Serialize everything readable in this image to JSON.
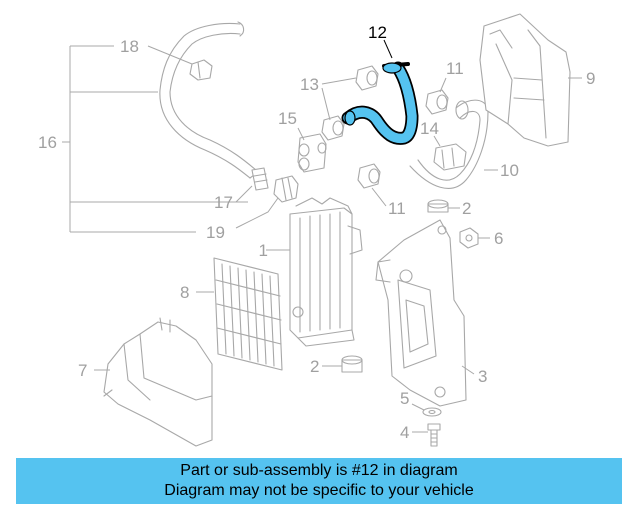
{
  "diagram": {
    "highlighted_part": "12",
    "callouts": {
      "c1": "1",
      "c2a": "2",
      "c2b": "2",
      "c3": "3",
      "c4": "4",
      "c5": "5",
      "c6": "6",
      "c7": "7",
      "c8": "8",
      "c9": "9",
      "c10": "10",
      "c11a": "11",
      "c11b": "11",
      "c12": "12",
      "c13": "13",
      "c14": "14",
      "c15": "15",
      "c16": "16",
      "c17": "17",
      "c18": "18",
      "c19": "19"
    }
  },
  "banner": {
    "line1": "Part or sub-assembly is #12 in diagram",
    "line2": "Diagram may not be specific to your vehicle",
    "color": "#55c3f0"
  },
  "colors": {
    "highlight": "#55c3f0",
    "linework": "#a8a8a8",
    "callout_text": "#a0a0a0"
  }
}
